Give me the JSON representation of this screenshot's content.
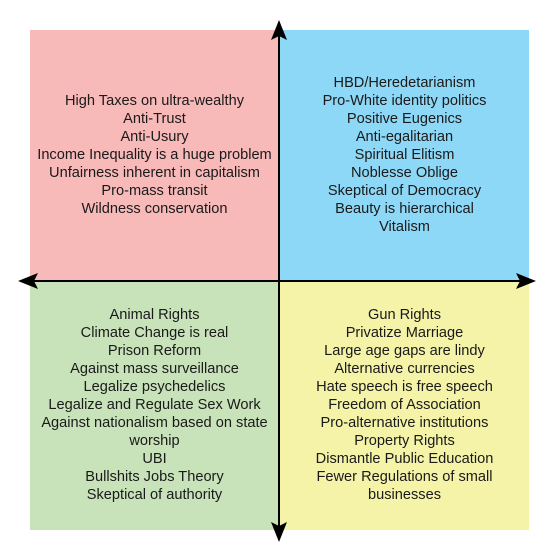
{
  "colors": {
    "top_left": "#f8b9b9",
    "top_right": "#8ed8f7",
    "bottom_left": "#c8e2ba",
    "bottom_right": "#f4f3a8",
    "axis": "#000000"
  },
  "quadrants": {
    "top_left": {
      "items": [
        "High Taxes on ultra-wealthy",
        "Anti-Trust",
        "Anti-Usury",
        "Income Inequality is a huge problem",
        "Unfairness inherent in capitalism",
        "Pro-mass transit",
        "Wildness conservation"
      ]
    },
    "top_right": {
      "items": [
        "HBD/Heredetarianism",
        "Pro-White identity politics",
        "Positive Eugenics",
        "Anti-egalitarian",
        "Spiritual Elitism",
        "Noblesse Oblige",
        "Skeptical of Democracy",
        "Beauty is hierarchical",
        "Vitalism"
      ]
    },
    "bottom_left": {
      "items": [
        "Animal Rights",
        "Climate Change is real",
        "Prison Reform",
        "Against mass surveillance",
        "Legalize psychedelics",
        "Legalize and Regulate Sex Work",
        "Against nationalism based on state worship",
        "UBI",
        "Bullshits Jobs Theory",
        "Skeptical of authority"
      ]
    },
    "bottom_right": {
      "items": [
        "Gun Rights",
        "Privatize Marriage",
        "Large age gaps are lindy",
        "Alternative currencies",
        "Hate speech is free speech",
        "Freedom of Association",
        "Pro-alternative institutions",
        "Property Rights",
        "Dismantle Public Education",
        "Fewer Regulations of small businesses"
      ]
    }
  }
}
